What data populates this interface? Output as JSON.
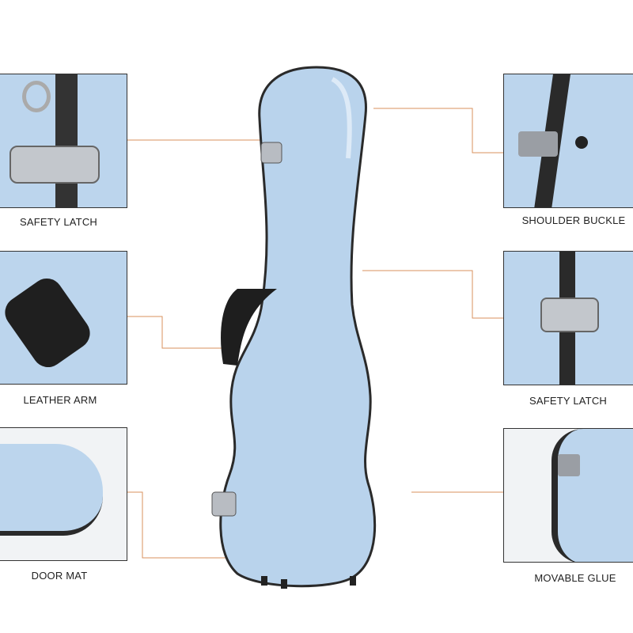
{
  "features": {
    "left": [
      {
        "label": "SAFETY LATCH"
      },
      {
        "label": "LEATHER ARM"
      },
      {
        "label": "DOOR MAT"
      }
    ],
    "right": [
      {
        "label": "SHOULDER BUCKLE"
      },
      {
        "label": "SAFETY LATCH"
      },
      {
        "label": "MOVABLE GLUE"
      }
    ]
  },
  "colors": {
    "case": "#b9d3ec",
    "leader_line": "#d9925e",
    "trim": "#2a2a2a",
    "metal": "#b8bcc2"
  }
}
